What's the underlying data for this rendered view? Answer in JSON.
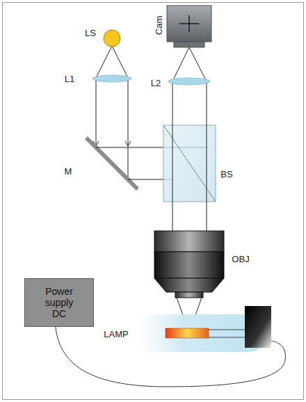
{
  "diagram": {
    "nodes": [
      {
        "text": [
          "Power supply DC"
        ]
      }
    ],
    "labels": [
      "Cam",
      "LS",
      "L1",
      "L2",
      "M",
      "BS",
      "OBJ",
      "LAMP"
    ]
  }
}
